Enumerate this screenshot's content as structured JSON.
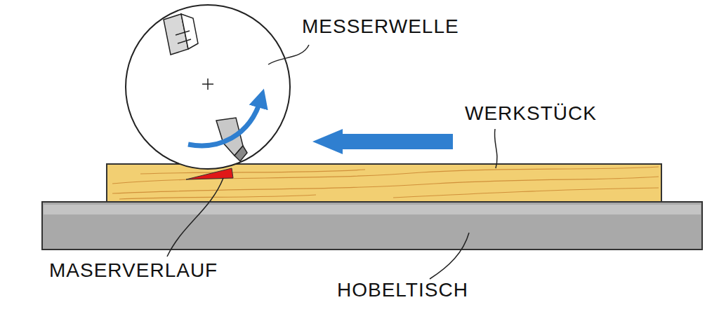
{
  "diagram": {
    "labels": [
      "MESSERWELLE",
      "WERKSTÜCK",
      "MASERVERLAUF",
      "HOBELTISCH"
    ]
  }
}
